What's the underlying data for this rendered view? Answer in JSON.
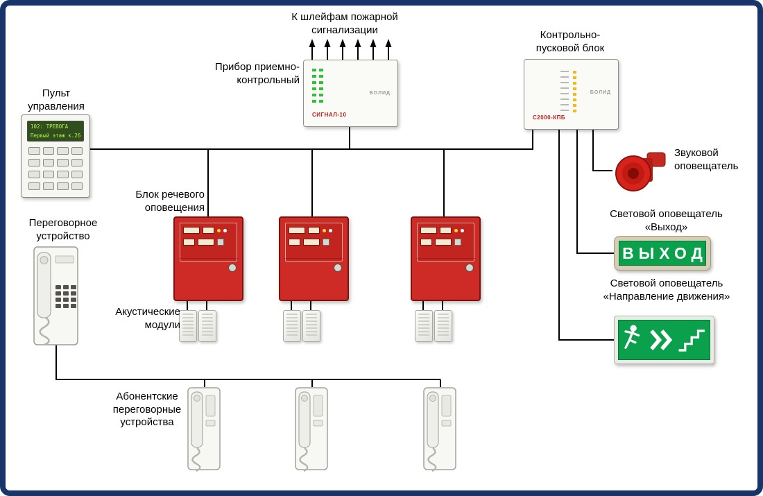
{
  "labels": {
    "fire_loops": {
      "line1": "К шлейфам пожарной",
      "line2": "сигнализации"
    },
    "control_device": {
      "line1": "Прибор приемно-",
      "line2": "контрольный"
    },
    "start_block": {
      "line1": "Контрольно-",
      "line2": "пусковой блок"
    },
    "control_panel": {
      "line1": "Пульт",
      "line2": "управления"
    },
    "voice_block": {
      "line1": "Блок речевого",
      "line2": "оповещения"
    },
    "acoustic_modules": {
      "line1": "Акустические",
      "line2": "модули"
    },
    "intercom": {
      "line1": "Переговорное",
      "line2": "устройство"
    },
    "subscriber_intercoms": {
      "line1": "Абонентские",
      "line2": "переговорные",
      "line3": "устройства"
    },
    "sound_annunciator": {
      "line1": "Звуковой",
      "line2": "оповещатель"
    },
    "exit_annunciator": {
      "line1": "Световой оповещатель",
      "line2": "«Выход»"
    },
    "direction_annunciator": {
      "line1": "Световой оповещатель",
      "line2": "«Направление движения»"
    }
  },
  "devices": {
    "signal10": {
      "model": "СИГНАЛ-10",
      "brand": "БОЛИД"
    },
    "kpb": {
      "model": "С2000-КПБ",
      "brand": "БОЛИД"
    },
    "pult": {
      "lcd_line1": "102: ТРЕВОГА",
      "lcd_line2": "Первый этаж к.26"
    },
    "exit_sign": {
      "text": "ВЫХОД"
    }
  },
  "connections": [
    "pult-upravleniya — signal-10 trunk line",
    "signal-10 — voice-block-panel-1",
    "signal-10 — voice-block-panel-2",
    "signal-10 — voice-block-panel-3",
    "signal-10 — s2000-kpb",
    "signal-10 — fire-alarm-loops (6 arrows up)",
    "voice-block-panels — acoustic-modules (2 each)",
    "intercom — subscriber-intercoms (3)",
    "s2000-kpb — sound-annunciator",
    "s2000-kpb — exit-light-sign",
    "s2000-kpb — direction-light-sign"
  ],
  "colors": {
    "frame_border": "#17356b",
    "wire": "#000000",
    "panel_red": "#ce2a26",
    "sign_green": "#0ba04c",
    "siren_red": "#d8231c",
    "led_green": "#2ec13a",
    "led_yellow": "#f0b91f",
    "lcd_bg": "#2f4d1d",
    "lcd_text": "#b9f14e",
    "exit_frame_beige": "#d6cfb6"
  }
}
